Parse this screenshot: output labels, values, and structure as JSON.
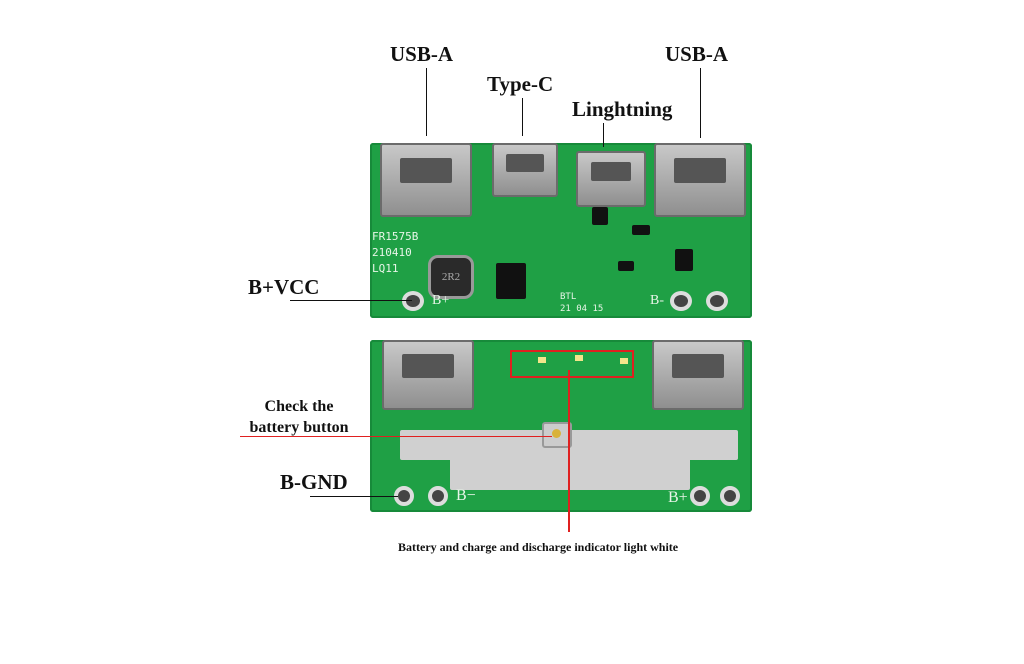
{
  "callouts": {
    "usb_a_left": "USB-A",
    "type_c": "Type-C",
    "lightning": "Linghtning",
    "usb_a_right": "USB-A",
    "b_vcc": "B+VCC",
    "check_battery_line1": "Check the",
    "check_battery_line2": "battery button",
    "b_gnd": "B-GND",
    "indicator": "Battery and charge and discharge indicator light white"
  },
  "board_top": {
    "silkscreen": [
      "FR1575B",
      "210410",
      "LQ11"
    ],
    "b_plus": "B+",
    "b_minus": "B-",
    "date_code": "BTL\n21 04 15",
    "inductor": "2R2"
  },
  "board_bottom": {
    "b_minus": "B−",
    "b_plus": "B+"
  },
  "colors": {
    "pcb": "#1fa045",
    "leader_red": "#e02020",
    "leader_black": "#111111"
  }
}
